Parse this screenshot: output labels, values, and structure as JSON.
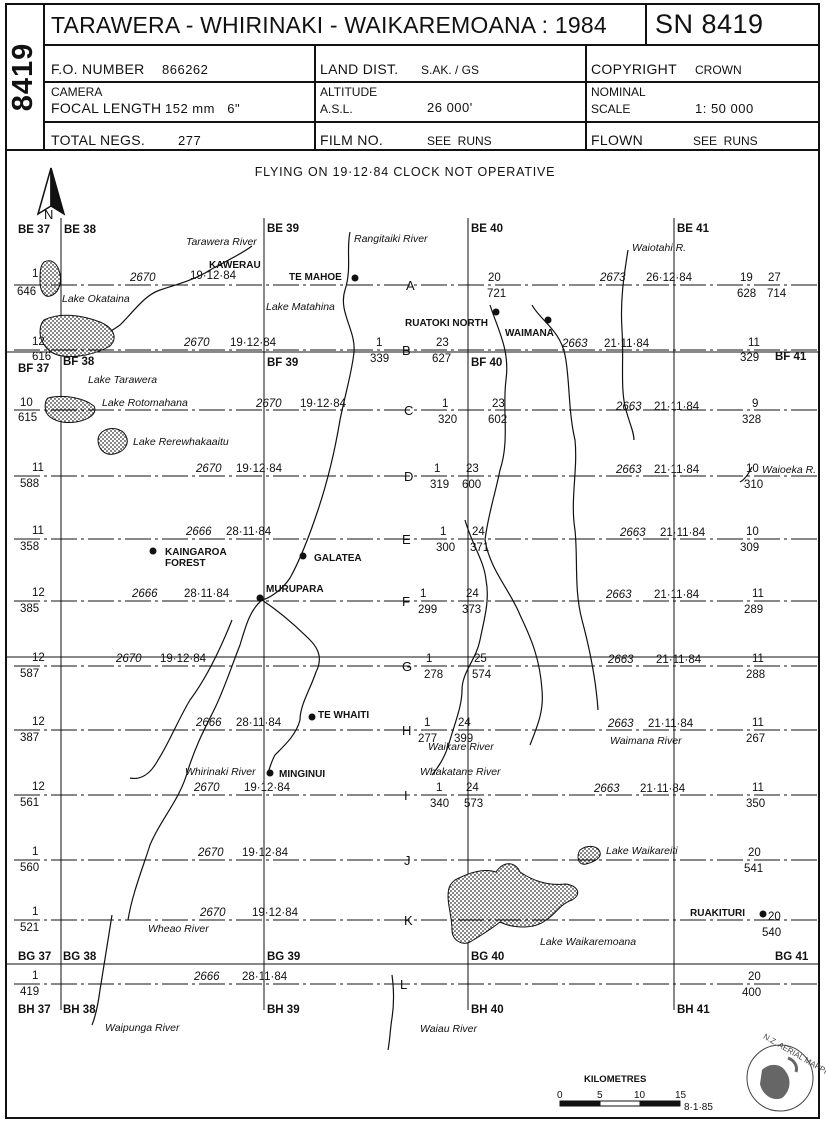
{
  "header": {
    "sheet_vertical": "8419",
    "title": "TARAWERA - WHIRINAKI - WAIKAREMOANA : 1984",
    "sn": "SN 8419",
    "fo_label": "F.O. NUMBER",
    "fo_value": "866262",
    "land_label": "LAND DIST.",
    "land_value": "S.AK. / GS",
    "copyright_label": "COPYRIGHT",
    "copyright_value": "CROWN",
    "camera_label": "CAMERA",
    "focal_label": "FOCAL LENGTH",
    "focal_value": "152 mm   6\"",
    "altitude_label": "ALTITUDE",
    "asl_label": "A.S.L.",
    "altitude_value": "26 000'",
    "nominal_label": "NOMINAL",
    "scale_label": "SCALE",
    "scale_value": "1: 50 000",
    "negs_label": "TOTAL NEGS.",
    "negs_value": "277",
    "film_label": "FILM NO.",
    "film_value": "SEE  RUNS",
    "flown_label": "FLOWN",
    "flown_value": "SEE  RUNS"
  },
  "map": {
    "note": "FLYING  ON  19·12·84   CLOCK  NOT  OPERATIVE",
    "north": "N",
    "grid_labels": {
      "be37": "BE 37",
      "be38": "BE 38",
      "be39": "BE 39",
      "be40": "BE 40",
      "be41": "BE 41",
      "bf37": "BF 37",
      "bf38": "BF 38",
      "bf39": "BF 39",
      "bf40": "BF 40",
      "bf41": "BF 41",
      "bg37": "BG 37",
      "bg38": "BG 38",
      "bg39": "BG 39",
      "bg40": "BG 40",
      "bg41": "BG 41",
      "bh37": "BH 37",
      "bh38": "BH 38",
      "bh39": "BH 39",
      "bh40": "BH 40",
      "bh41": "BH 41"
    },
    "runs": [
      {
        "letter": "A",
        "film": "2670",
        "date": "19·12·84",
        "s1": "1",
        "s2": "646",
        "m1": "20",
        "m2": "721",
        "film2": "2673",
        "date2": "26·12·84",
        "e1": "19",
        "e2": "628",
        "e3": "27",
        "e4": "714"
      },
      {
        "letter": "B",
        "film": "2670",
        "date": "19·12·84",
        "s1": "12",
        "s2": "616",
        "m1": "1",
        "m2": "339",
        "m3": "23",
        "m4": "627",
        "film2": "2663",
        "date2": "21·11·84",
        "e1": "11",
        "e2": "329"
      },
      {
        "letter": "C",
        "film": "2670",
        "date": "19·12·84",
        "s1": "10",
        "s2": "615",
        "m1": "1",
        "m2": "320",
        "m3": "23",
        "m4": "602",
        "film2": "2663",
        "date2": "21·11·84",
        "e1": "9",
        "e2": "328"
      },
      {
        "letter": "D",
        "film": "2670",
        "date": "19·12·84",
        "s1": "11",
        "s2": "588",
        "m1": "1",
        "m2": "319",
        "m3": "23",
        "m4": "600",
        "film2": "2663",
        "date2": "21·11·84",
        "e1": "10",
        "e2": "310"
      },
      {
        "letter": "E",
        "film": "2666",
        "date": "28·11·84",
        "s1": "11",
        "s2": "358",
        "m1": "1",
        "m2": "300",
        "m3": "24",
        "m4": "371",
        "film2": "2663",
        "date2": "21·11·84",
        "e1": "10",
        "e2": "309"
      },
      {
        "letter": "F",
        "film": "2666",
        "date": "28·11·84",
        "s1": "12",
        "s2": "385",
        "m1": "1",
        "m2": "299",
        "m3": "24",
        "m4": "373",
        "film2": "2663",
        "date2": "21·11·84",
        "e1": "11",
        "e2": "289"
      },
      {
        "letter": "G",
        "film": "2670",
        "date": "19·12·84",
        "s1": "12",
        "s2": "587",
        "m1": "1",
        "m2": "278",
        "m3": "25",
        "m4": "574",
        "film2": "2663",
        "date2": "21·11·84",
        "e1": "11",
        "e2": "288"
      },
      {
        "letter": "H",
        "film": "2666",
        "date": "28·11·84",
        "s1": "12",
        "s2": "387",
        "m1": "1",
        "m2": "277",
        "m3": "24",
        "m4": "399",
        "film2": "2663",
        "date2": "21·11·84",
        "e1": "11",
        "e2": "267"
      },
      {
        "letter": "I",
        "film": "2670",
        "date": "19·12·84",
        "s1": "12",
        "s2": "561",
        "m1": "1",
        "m2": "340",
        "m3": "24",
        "m4": "573",
        "film2": "2663",
        "date2": "21·11·84",
        "e1": "11",
        "e2": "350"
      },
      {
        "letter": "J",
        "film": "2670",
        "date": "19·12·84",
        "s1": "1",
        "s2": "560",
        "e1": "20",
        "e2": "541"
      },
      {
        "letter": "K",
        "film": "2670",
        "date": "19·12·84",
        "s1": "1",
        "s2": "521",
        "e1": "20",
        "e2": "540"
      },
      {
        "letter": "L",
        "film": "2666",
        "date": "28·11·84",
        "s1": "1",
        "s2": "419",
        "e1": "20",
        "e2": "400"
      }
    ],
    "places": {
      "kawerau": "KAWERAU",
      "temahoe": "TE MAHOE",
      "ruatoki": "RUATOKI NORTH",
      "waimana": "WAIMANA",
      "kaingaroa1": "KAINGAROA",
      "kaingaroa2": "FOREST",
      "galatea": "GALATEA",
      "murupara": "MURUPARA",
      "tewhaiti": "TE WHAITI",
      "minginui": "MINGINUI",
      "ruakituri": "RUAKITURI"
    },
    "features": {
      "tarawera_river": "Tarawera River",
      "rangitaiki_river": "Rangitaiki River",
      "waiotahi": "Waiotahi R.",
      "lake_okataina": "Lake Okataina",
      "lake_matahina": "Lake Matahina",
      "lake_tarawera": "Lake Tarawera",
      "lake_rotomahana": "Lake Rotomahana",
      "lake_rerewhakaaitu": "Lake Rerewhakaaitu",
      "waioeka": "Waioeka R.",
      "waikare_river": "Waikare River",
      "waimana_river": "Waimana River",
      "whirinaki_river": "Whirinaki River",
      "whakatane_river": "Whakatane River",
      "lake_waikareiti": "Lake Waikareiti",
      "lake_waikaremoana": "Lake Waikaremoana",
      "wheao_river": "Wheao River",
      "waipunga_river": "Waipunga River",
      "waiau_river": "Waiau River"
    },
    "scale_bar": {
      "label": "KILOMETRES",
      "t0": "0",
      "t5": "5",
      "t10": "10",
      "t15": "15",
      "date": "8·1·85"
    },
    "stamp": "N.Z. AERIAL MAPPING LTD"
  }
}
